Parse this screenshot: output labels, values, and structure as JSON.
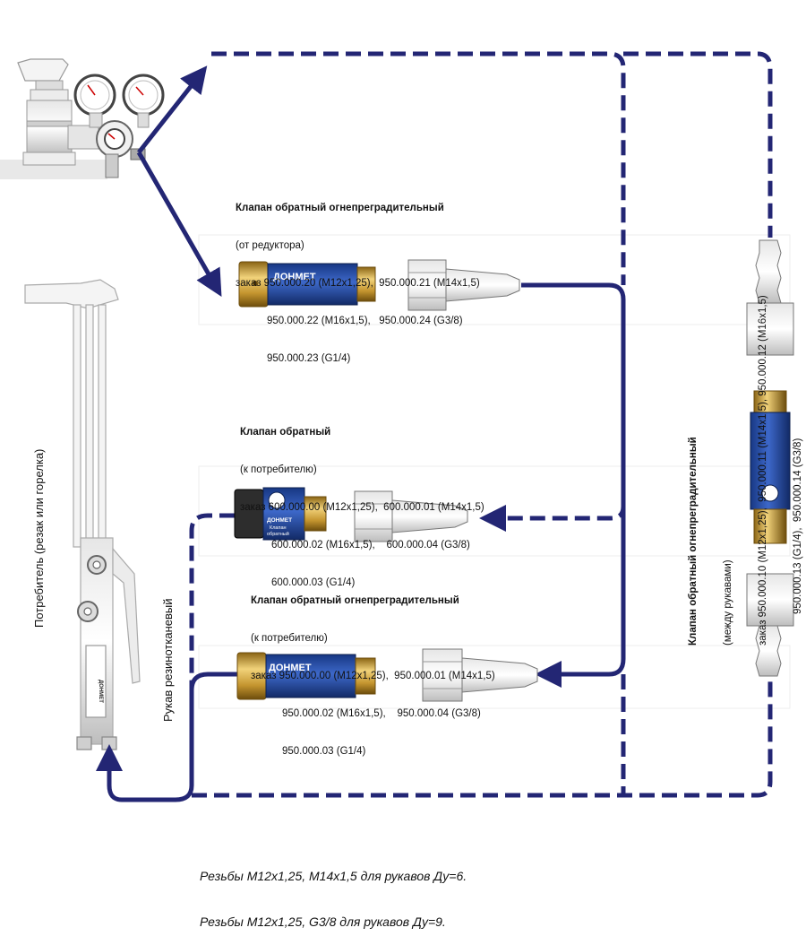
{
  "valve_reducer": {
    "title": "Клапан обратный огнепреградительный",
    "subtitle": "(от редуктора)",
    "order_line1": "заказ 950.000.20 (М12х1,25),  950.000.21 (М14х1,5)",
    "order_line2": "950.000.22 (М16х1,5),   950.000.24 (G3/8)",
    "order_line3": "950.000.23 (G1/4)"
  },
  "valve_consumer": {
    "title": "Клапан обратный",
    "subtitle": "(к потребителю)",
    "order_line1": "заказ 600.000.00 (М12х1,25),  600.000.01 (М14х1,5)",
    "order_line2": "600.000.02 (М16х1,5),    600.000.04 (G3/8)",
    "order_line3": "600.000.03 (G1/4)"
  },
  "valve_consumer_fire": {
    "title": "Клапан обратный огнепреградительный",
    "subtitle": "(к потребителю)",
    "order_line1": "заказ 950.000.00 (М12х1,25),  950.000.01 (М14х1,5)",
    "order_line2": "950.000.02 (М16х1,5),    950.000.04 (G3/8)",
    "order_line3": "950.000.03 (G1/4)"
  },
  "valve_between": {
    "title": "Клапан обратный огнепреградительный",
    "subtitle": "(между рукавами)",
    "order_line1": "заказ 950.000.10 (М12х1,25),  950.000.11 (М14х1,5), 950.000.12 (М16х1,5)",
    "order_line2": "950.000.13 (G1/4),  950.000.14 (G3/8)"
  },
  "labels": {
    "consumer": "Потребитель (резак или горелка)",
    "hose": "Рукав резинотканевый"
  },
  "product_text": {
    "brand": "ДОНМЕТ",
    "valve_small": "Клапан",
    "valve_small2": "обратный"
  },
  "footnote": {
    "line1": "Резьбы М12х1,25, М14х1,5 для рукавов Ду=6.",
    "line2": "Резьбы М12х1,25, G3/8 для рукавов Ду=9."
  },
  "colors": {
    "line": "#232674",
    "brass": "#c9a03a",
    "valve_blue": "#2a4fa8"
  }
}
